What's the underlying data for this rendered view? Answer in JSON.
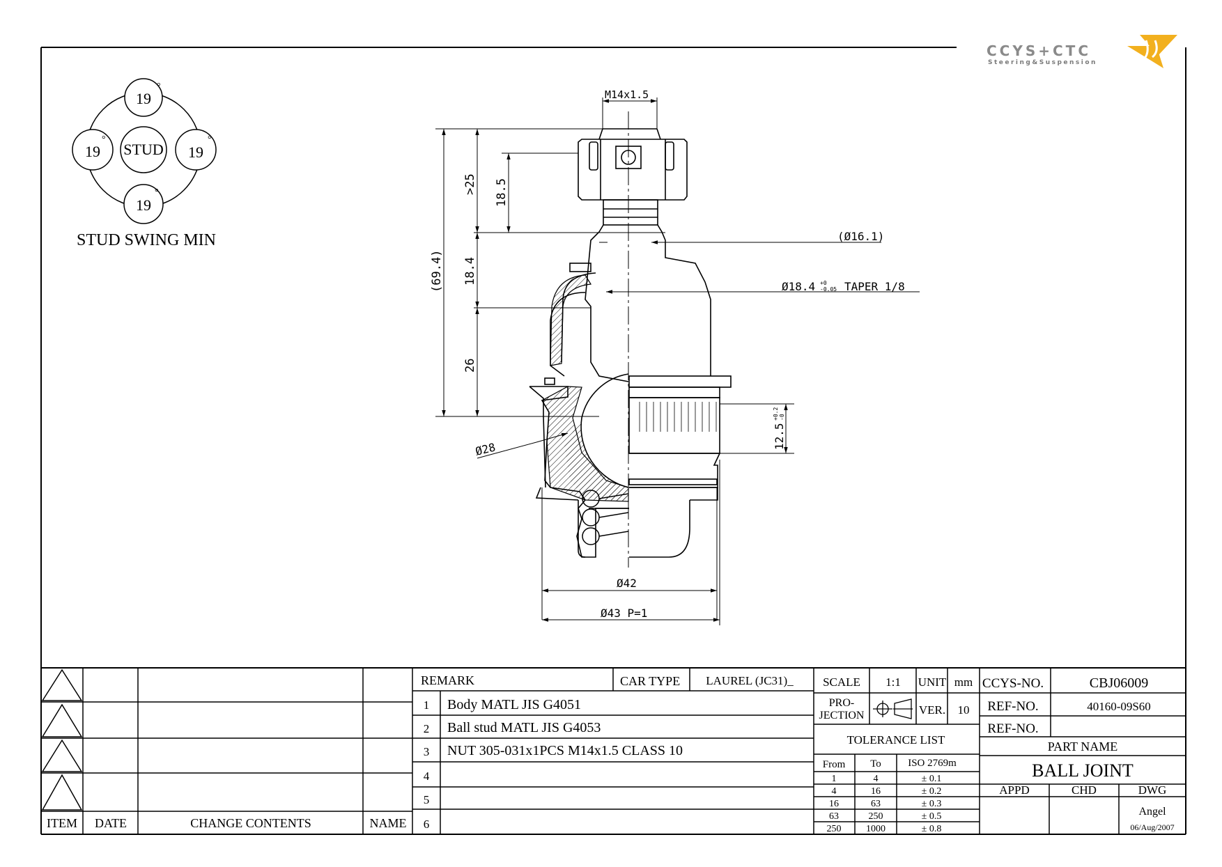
{
  "logo": {
    "brand": "CCYS+CTC",
    "tagline": "Steering&Suspension"
  },
  "swing": {
    "stud": "STUD",
    "top": "19",
    "left": "19",
    "right": "19",
    "bottom": "19",
    "degree": "°",
    "title": "STUD SWING MIN"
  },
  "dims": {
    "thread": "M14x1.5",
    "gt25": ">25",
    "d185": "18.5",
    "d694": "(69.4)",
    "d184": "18.4",
    "d26": "26",
    "dia161": "(Ø16.1)",
    "taper": "Ø18.4",
    "taper_tol_up": "+0",
    "taper_tol_lo": "-0.05",
    "taper_label": "TAPER 1/8",
    "dia28": "Ø28",
    "d125": "12.5",
    "d125_tol_up": "+0.2",
    "d125_tol_lo": "-0",
    "dia42": "Ø42",
    "dia43": "Ø43 P=1"
  },
  "revision": {
    "headers": {
      "item": "ITEM",
      "date": "DATE",
      "change": "CHANGE CONTENTS",
      "name": "NAME"
    }
  },
  "remarks": {
    "label": "REMARK",
    "car_type_label": "CAR TYPE",
    "car_type": "LAUREL (JC31)_",
    "items": [
      {
        "no": "1",
        "text": "Body MATL JIS G4051"
      },
      {
        "no": "2",
        "text": "Ball stud MATL JIS G4053"
      },
      {
        "no": "3",
        "text": "NUT 305-031x1PCS M14x1.5 CLASS 10"
      },
      {
        "no": "4",
        "text": ""
      },
      {
        "no": "5",
        "text": ""
      },
      {
        "no": "6",
        "text": ""
      }
    ]
  },
  "info": {
    "scale_label": "SCALE",
    "scale": "1:1",
    "unit_label": "UNIT",
    "unit": "mm",
    "projection_label_1": "PRO-",
    "projection_label_2": "JECTION",
    "ver_label": "VER.",
    "ver": "10",
    "tolerance_title": "TOLERANCE LIST",
    "tol_headers": {
      "from": "From",
      "to": "To",
      "iso": "ISO 2769m"
    },
    "tolerances": [
      {
        "from": "1",
        "to": "4",
        "tol": "± 0.1"
      },
      {
        "from": "4",
        "to": "16",
        "tol": "± 0.2"
      },
      {
        "from": "16",
        "to": "63",
        "tol": "± 0.3"
      },
      {
        "from": "63",
        "to": "250",
        "tol": "± 0.5"
      },
      {
        "from": "250",
        "to": "1000",
        "tol": "± 0.8"
      }
    ]
  },
  "title_block": {
    "ccys_label": "CCYS-NO.",
    "ccys_no": "CBJ06009",
    "ref_label_1": "REF-NO.",
    "ref_no_1": "40160-09S60",
    "ref_label_2": "REF-NO.",
    "ref_no_2": "",
    "part_name_label": "PART NAME",
    "part_name": "BALL JOINT",
    "appd": "APPD",
    "chd": "CHD",
    "dwg": "DWG",
    "drawn_by": "Angel",
    "date": "06/Aug/2007"
  }
}
